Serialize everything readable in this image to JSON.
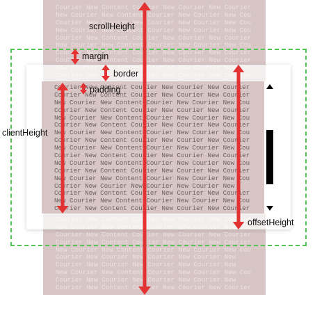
{
  "labels": {
    "scroll_height": "scrollHeight",
    "margin": "margin",
    "border": "border",
    "padding": "padding",
    "client_height": "clientHeight",
    "offset_height": "offsetHeight"
  },
  "content_lines": [
    "Courier New Content Courier New Courier New Courier",
    "New Courier New Content Courier New Courier New Cou",
    "Courier New Courier New Courier New Courier New Cou",
    "New Courier New Content Courier New Courier New Cou",
    "Courier New Content Courier New Courier New Courier",
    "New Courier New Content Courier New Courier New Cou",
    "Courier New Content Courier New Courier New Courier",
    "Courier New Content Courier New Courier New Courier",
    "New Courier New Content Courier New Courier New Cou",
    "Courier New Content Courier New Courier New Courier",
    "New Courier New Content Courier New Courier New Cou",
    "Courier New Content Courier New Courier New Courier",
    "New Courier New Content Courier New Courier New Cou",
    "Courier New Content Courier New Courier New Courier",
    "New Courier New Content Courier New Courier New Cou",
    "Courier New Content Courier New Courier New Courier",
    "New Courier New Content Courier New Courier New Cou",
    "Courier New Content Courier New Courier New Courier",
    "Courier New Content Courier New Courier New Courier",
    "New Courier New Content Courier New Courier New Cou",
    "Courier New Content Courier New Courier New Courier",
    "New Courier New Content Courier New Courier New Cou",
    "Courier New Content Courier New Courier New Courier",
    "New Courier New Content Courier New Courier New Cou",
    "Courier New Courier New Courier New Courier New",
    "Courier New Content Courier New Courier New Courier",
    "New Courier New Content Courier New Courier New Cou",
    "Courier New Content Courier New Courier New Courier",
    "Courier New Content Courier New Courier New Courier",
    "New Courier New Content Courier New Courier New Cou",
    "Courier New Content Courier New Courier New Courier",
    "Courier New Content Courier New Courier New Courier",
    "New Courier New Content Courier New Courier New Cou",
    "Courier New Courier New Courier New Courier New",
    "Courier New Courier New Courier New Courier New",
    "New Courier New Content Courier New Courier New Cou",
    "Courier New Courier New Courier New Courier New",
    "Courier New Content Courier New Courier New Courier"
  ],
  "visible_lines": [
    "Courier New Content Courier New Courier New Courier",
    "Courier New Content Courier New Courier New Courier",
    "New Courier New Content Courier New Courier New Cou",
    "Courier New Content Courier New Courier New Courier",
    "New Courier New Content Courier New Courier New Cou",
    "Courier New Content Courier New Courier New Courier",
    "New Courier New Content Courier New Courier New Cou",
    "Courier New Content Courier New Courier New Courier",
    "New Courier New Content Courier New Courier New Cou",
    "Courier New Content Courier New Courier New Courier",
    "New Courier New Content Courier New Courier New Cou",
    "Courier New Content Courier New Courier New Courier",
    "New Courier New Content Courier New Courier New Cou",
    "Courier New Courier New Courier New Courier New",
    "Courier New Content Courier New Courier New Courier",
    "New Courier New Content Courier New Courier New Cou",
    "Courier New Content Courier New Courier New Courier"
  ],
  "colors": {
    "arrow": "#e23232",
    "margin_dash": "#52c552",
    "content_bg": "#d8c5c5"
  }
}
